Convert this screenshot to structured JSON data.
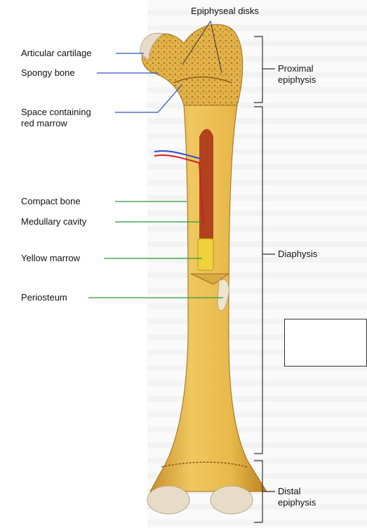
{
  "labels": {
    "epiphyseal_disks": "Epiphyseal disks",
    "articular_cartilage": "Articular cartilage",
    "spongy_bone": "Spongy bone",
    "space_red_marrow": "Space containing\nred marrow",
    "compact_bone": "Compact bone",
    "medullary_cavity": "Medullary cavity",
    "yellow_marrow": "Yellow marrow",
    "periosteum": "Periosteum",
    "proximal_epiphysis": "Proximal\nepiphysis",
    "diaphysis": "Diaphysis",
    "distal_epiphysis": "Distal\nepiphysis"
  },
  "colors": {
    "bone": "#e8b84a",
    "bone_dark": "#c98f2a",
    "cartilage": "#e7dcc7",
    "marrow_red": "#b0421e",
    "yellow_marrow": "#f0d23a",
    "artery": "#d02020",
    "vein": "#3050c0",
    "leader_blue": "#3050c0",
    "leader_green": "#2a9a3a"
  }
}
